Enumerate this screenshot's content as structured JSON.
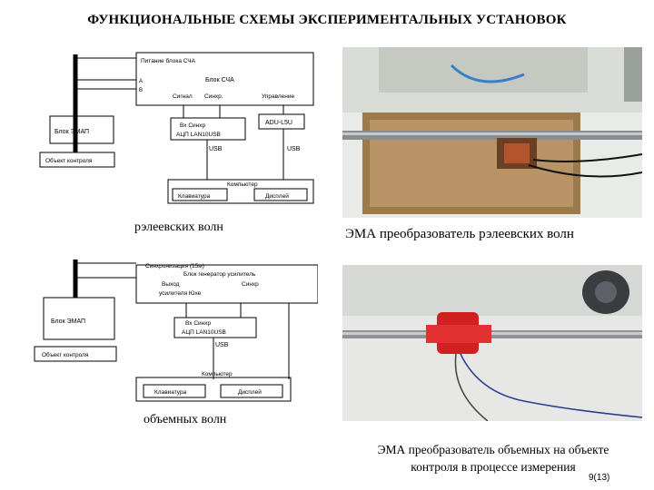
{
  "slide": {
    "title": "ФУНКЦИОНАЛЬНЫЕ СХЕМЫ ЭКСПЕРИМЕНТАЛЬНЫХ УСТАНОВОК",
    "page_number": "9(13)"
  },
  "diagram_top": {
    "sensor_block": "Блок ЭМАП",
    "object": "Объект контроля",
    "power_supply": "Питание блока СЧА",
    "sha_block": "Блок СЧА",
    "signal_label": "Сигнал",
    "sync_label": "Синхр.",
    "control_label": "Управление",
    "port_a": "A",
    "port_b": "B",
    "adc_in_labels": "Вх  Синхр",
    "adc_module": "АЦП LAN10USB",
    "dac_module": "ADU-L5U",
    "usb_left": "USB",
    "usb_right": "USB",
    "computer": "Компьютер",
    "keyboard": "Клавиатура",
    "display": "Дисплей"
  },
  "diagram_bottom": {
    "sensor_block": "Блок ЭМАП",
    "object": "Объект контроля",
    "power_supply": "Синхронизация (15м)",
    "gen_block": "Блок генератор усилитель",
    "out_label": "Выход",
    "amp_label": "усилителя  Юхе",
    "sync_label": "Синхр",
    "adc_in_labels": "Вх  Синхр",
    "adc_module": "АЦП LAN10USB",
    "usb": "USB",
    "computer": "Компьютер",
    "keyboard": "Клавиатура",
    "display": "Дисплей"
  },
  "captions": {
    "rayleigh": "рэлеевских волн",
    "rayleigh_photo": "ЭМА преобразователь рэлеевских  волн",
    "bulk": "объемных волн",
    "bulk_photo_line1": "ЭМА преобразователь объемных на объекте",
    "bulk_photo_line2": "контроля в процессе измерения"
  }
}
